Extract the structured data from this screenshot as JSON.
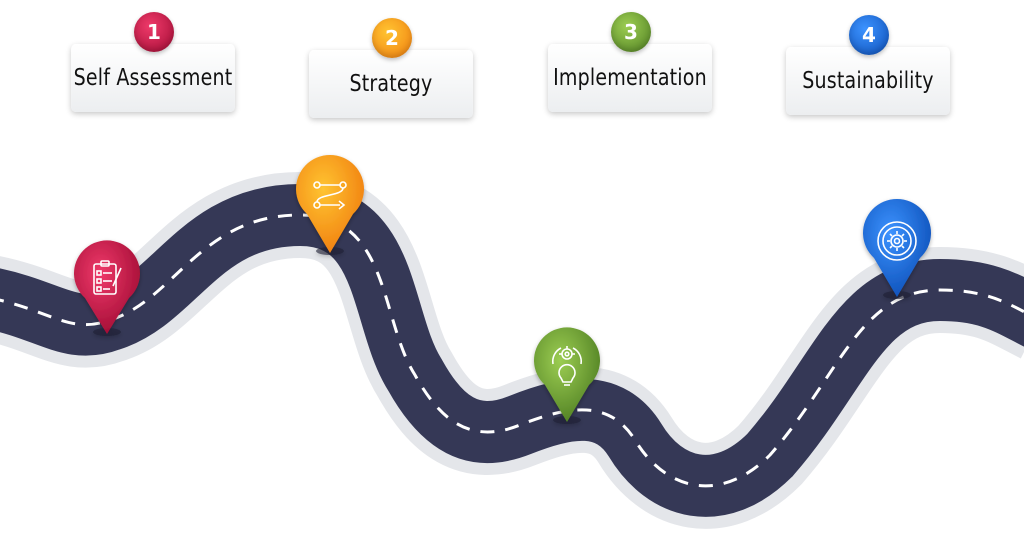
{
  "steps": [
    {
      "number": "1",
      "label": "Self Assessment",
      "color": "#c2103f",
      "icon": "checklist-icon"
    },
    {
      "number": "2",
      "label": "Strategy",
      "color": "#f7941d",
      "icon": "strategy-path-icon"
    },
    {
      "number": "3",
      "label": "Implementation",
      "color": "#6a9a35",
      "icon": "gear-lightbulb-icon"
    },
    {
      "number": "4",
      "label": "Sustainability",
      "color": "#1565d8",
      "icon": "gear-cycle-icon"
    }
  ],
  "road_color": "#353856"
}
